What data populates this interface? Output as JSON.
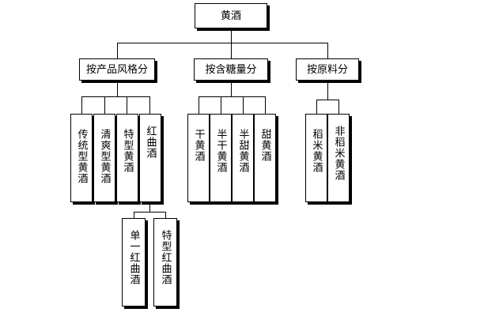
{
  "root": "黄酒",
  "categories": [
    {
      "label": "按产品风格分",
      "items": [
        "传统型黄酒",
        "清爽型黄酒",
        "特型黄酒",
        "红曲酒"
      ],
      "sub_items": [
        "单一红曲酒",
        "特型红曲酒"
      ]
    },
    {
      "label": "按含糖量分",
      "items": [
        "干黄酒",
        "半干黄酒",
        "半甜黄酒",
        "甜黄酒"
      ]
    },
    {
      "label": "按原料分",
      "items": [
        "稻米黄酒",
        "非稻米黄酒"
      ]
    }
  ]
}
